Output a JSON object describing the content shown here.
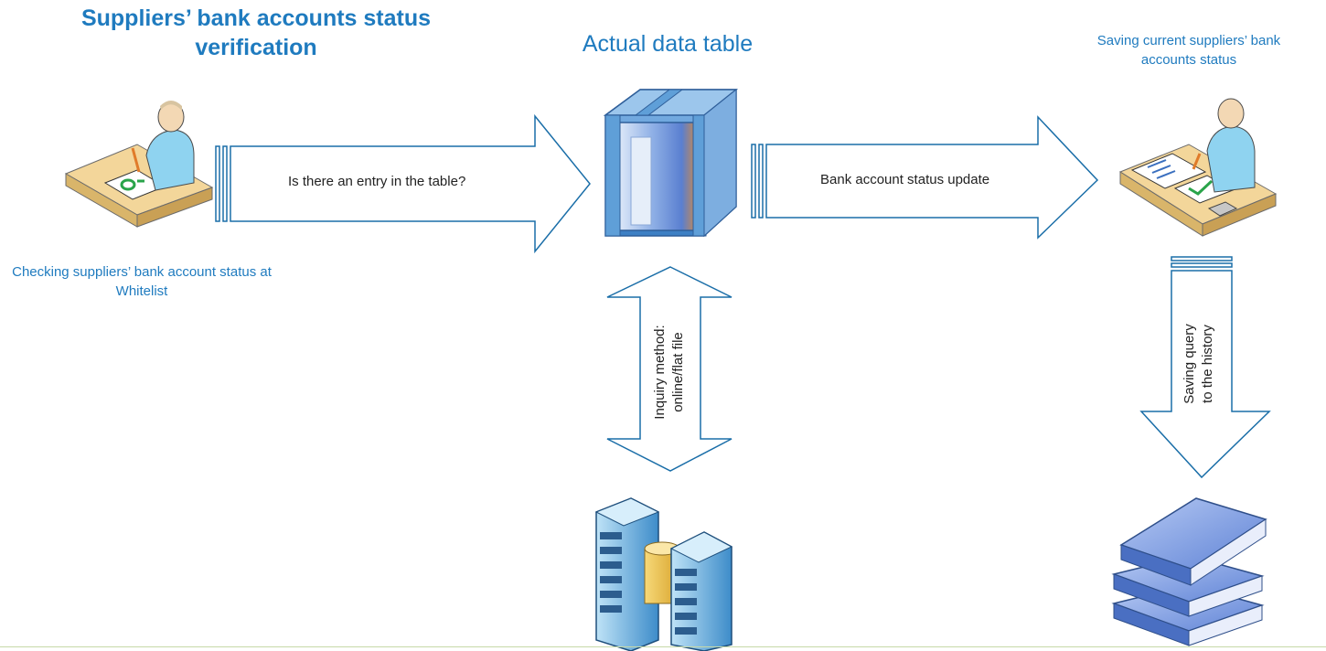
{
  "header": {
    "title": "Suppliers’ bank accounts status verification"
  },
  "nodes": {
    "checking": {
      "label": "Checking suppliers’ bank account status at Whitelist",
      "icon": "person-checking-document-icon"
    },
    "actual_table": {
      "label": "Actual data table",
      "icon": "data-table-cube-icon"
    },
    "saving": {
      "label": "Saving current suppliers’ bank accounts status",
      "icon": "person-saving-records-icon"
    },
    "servers": {
      "icon": "server-database-icon"
    },
    "history": {
      "icon": "books-history-icon"
    }
  },
  "arrows": {
    "entry_check": "Is there an entry in the table?",
    "status_update": "Bank account status update",
    "inquiry_line1": "Inquiry method:",
    "inquiry_line2": "online/flat file",
    "history_line1": "Saving query",
    "history_line2": "to the history"
  },
  "colors": {
    "title": "#1f7bbf",
    "arrow_stroke": "#1a6ea8",
    "person_body": "#8fd3f0",
    "desk": "#f3d69a"
  }
}
